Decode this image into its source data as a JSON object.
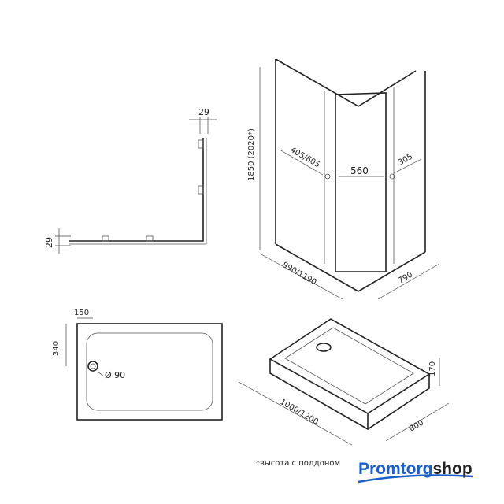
{
  "profile_view": {
    "dim_top": "29",
    "dim_left": "29"
  },
  "enclosure_view": {
    "height": "1850  (2020*)",
    "door_left": "405/605",
    "door_center": "560",
    "door_right": "305",
    "width": "990/1190",
    "depth": "790"
  },
  "tray_plan": {
    "drain_offset_x": "150",
    "drain_offset_y": "340",
    "drain_diameter": "Ø 90"
  },
  "tray_3d": {
    "length": "1000/1200",
    "width": "800",
    "height": "170"
  },
  "footnote": "*высота с поддоном",
  "logo": {
    "part1": "Promtorg",
    "part2": "shop",
    "accent": "#1a5fc8"
  }
}
